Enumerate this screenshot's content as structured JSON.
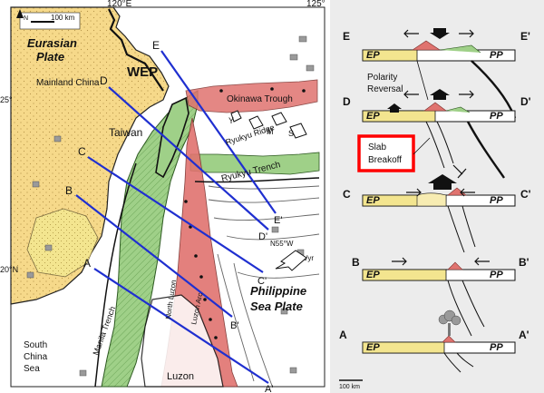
{
  "map": {
    "lon_labels": [
      "120°E",
      "125°"
    ],
    "lat_labels": [
      "25°",
      "20°N"
    ],
    "scale_label": "100 km",
    "north_label": "N",
    "eurasian_plate": [
      "Eurasian",
      "Plate"
    ],
    "mainland_china": "Mainland China",
    "wep": "WEP",
    "okinawa_trough": "Okinawa Trough",
    "taiwan": "Taiwan",
    "ryukyu_ridge": "Ryukyu Ridge",
    "ryukyu_trench": "Ryukyu Trench",
    "philippine_sea_plate": [
      "Philippine",
      "Sea Plate"
    ],
    "motion_label": [
      "N55°W",
      "7cm/yr"
    ],
    "south_china_sea": [
      "South",
      "China",
      "Sea"
    ],
    "manila_trench": "Manila Trench",
    "north_luzon": "North Luzon",
    "luzon_arc": "Luzon Arc",
    "luzon": "Luzon",
    "island_letters": [
      "Y",
      "M",
      "S"
    ],
    "profile_ends": [
      {
        "start": "E",
        "end": "E'"
      },
      {
        "start": "D",
        "end": "D'"
      },
      {
        "start": "C",
        "end": "C'"
      },
      {
        "start": "B",
        "end": "B'"
      },
      {
        "start": "A",
        "end": "A'"
      }
    ]
  },
  "sections": {
    "ep_label": "EP",
    "pp_label": "PP",
    "polarity_reversal": [
      "Polarity",
      "Reversal"
    ],
    "slab_breakoff": [
      "Slab",
      "Breakoff"
    ],
    "scale_label": "100 km",
    "profiles": [
      {
        "start": "E",
        "end": "E'"
      },
      {
        "start": "D",
        "end": "D'"
      },
      {
        "start": "C",
        "end": "C'"
      },
      {
        "start": "B",
        "end": "B'"
      },
      {
        "start": "A",
        "end": "A'"
      }
    ]
  },
  "colors": {
    "eurasian_fill": "#f6d98a",
    "orogen_green": "#9fd088",
    "arc_red": "#e0736f",
    "sea_white": "#ffffff",
    "trace_blue": "#1f2fd0",
    "slab_box": "#ff0000",
    "panel_gray": "#ececec"
  }
}
